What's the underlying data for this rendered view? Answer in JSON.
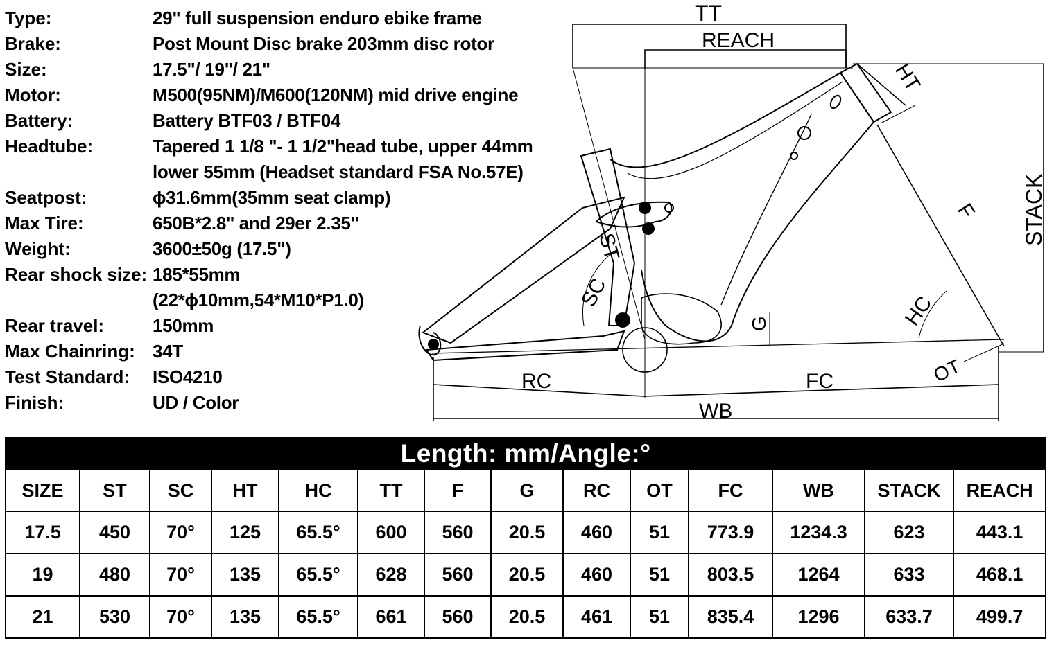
{
  "specs": [
    {
      "key": "Type:",
      "value": "29\" full suspension enduro ebike frame"
    },
    {
      "key": "Brake:",
      "value": "Post Mount Disc brake 203mm disc rotor"
    },
    {
      "key": "Size:",
      "value": "17.5\"/ 19\"/ 21\""
    },
    {
      "key": "Motor:",
      "value": "M500(95NM)/M600(120NM) mid drive engine"
    },
    {
      "key": "Battery:",
      "value": "Battery BTF03 / BTF04"
    },
    {
      "key": "Headtube:",
      "value": "Tapered 1 1/8 \"- 1 1/2\"head tube, upper 44mm"
    },
    {
      "key": "",
      "value": "lower 55mm (Headset standard FSA No.57E)"
    },
    {
      "key": "Seatpost:",
      "value": "ϕ31.6mm(35mm seat clamp)"
    },
    {
      "key": "Max Tire:",
      "value": "650B*2.8'' and 29er 2.35''"
    },
    {
      "key": "Weight:",
      "value": "3600±50g (17.5\")"
    },
    {
      "key": "Rear shock size:",
      "value": "185*55mm"
    },
    {
      "key": "",
      "value": "(22*ϕ10mm,54*M10*P1.0)"
    },
    {
      "key": "Rear travel:",
      "value": "150mm"
    },
    {
      "key": "Max Chainring:",
      "value": "34T"
    },
    {
      "key": "Test Standard:",
      "value": "ISO4210"
    },
    {
      "key": "Finish:",
      "value": "UD / Color"
    }
  ],
  "diagram": {
    "labels": {
      "tt": "TT",
      "reach": "REACH",
      "ht": "HT",
      "stack": "STACK",
      "f": "F",
      "st": "ST",
      "sc": "SC",
      "hc": "HC",
      "g": "G",
      "rc": "RC",
      "fc": "FC",
      "ot": "OT",
      "wb": "WB"
    }
  },
  "table": {
    "title": "Length: mm/Angle:°",
    "headers": [
      "SIZE",
      "ST",
      "SC",
      "HT",
      "HC",
      "TT",
      "F",
      "G",
      "RC",
      "OT",
      "FC",
      "WB",
      "STACK",
      "REACH"
    ],
    "rows": [
      [
        "17.5",
        "450",
        "70°",
        "125",
        "65.5°",
        "600",
        "560",
        "20.5",
        "460",
        "51",
        "773.9",
        "1234.3",
        "623",
        "443.1"
      ],
      [
        "19",
        "480",
        "70°",
        "135",
        "65.5°",
        "628",
        "560",
        "20.5",
        "460",
        "51",
        "803.5",
        "1264",
        "633",
        "468.1"
      ],
      [
        "21",
        "530",
        "70°",
        "135",
        "65.5°",
        "661",
        "560",
        "20.5",
        "461",
        "51",
        "835.4",
        "1296",
        "633.7",
        "499.7"
      ]
    ]
  }
}
